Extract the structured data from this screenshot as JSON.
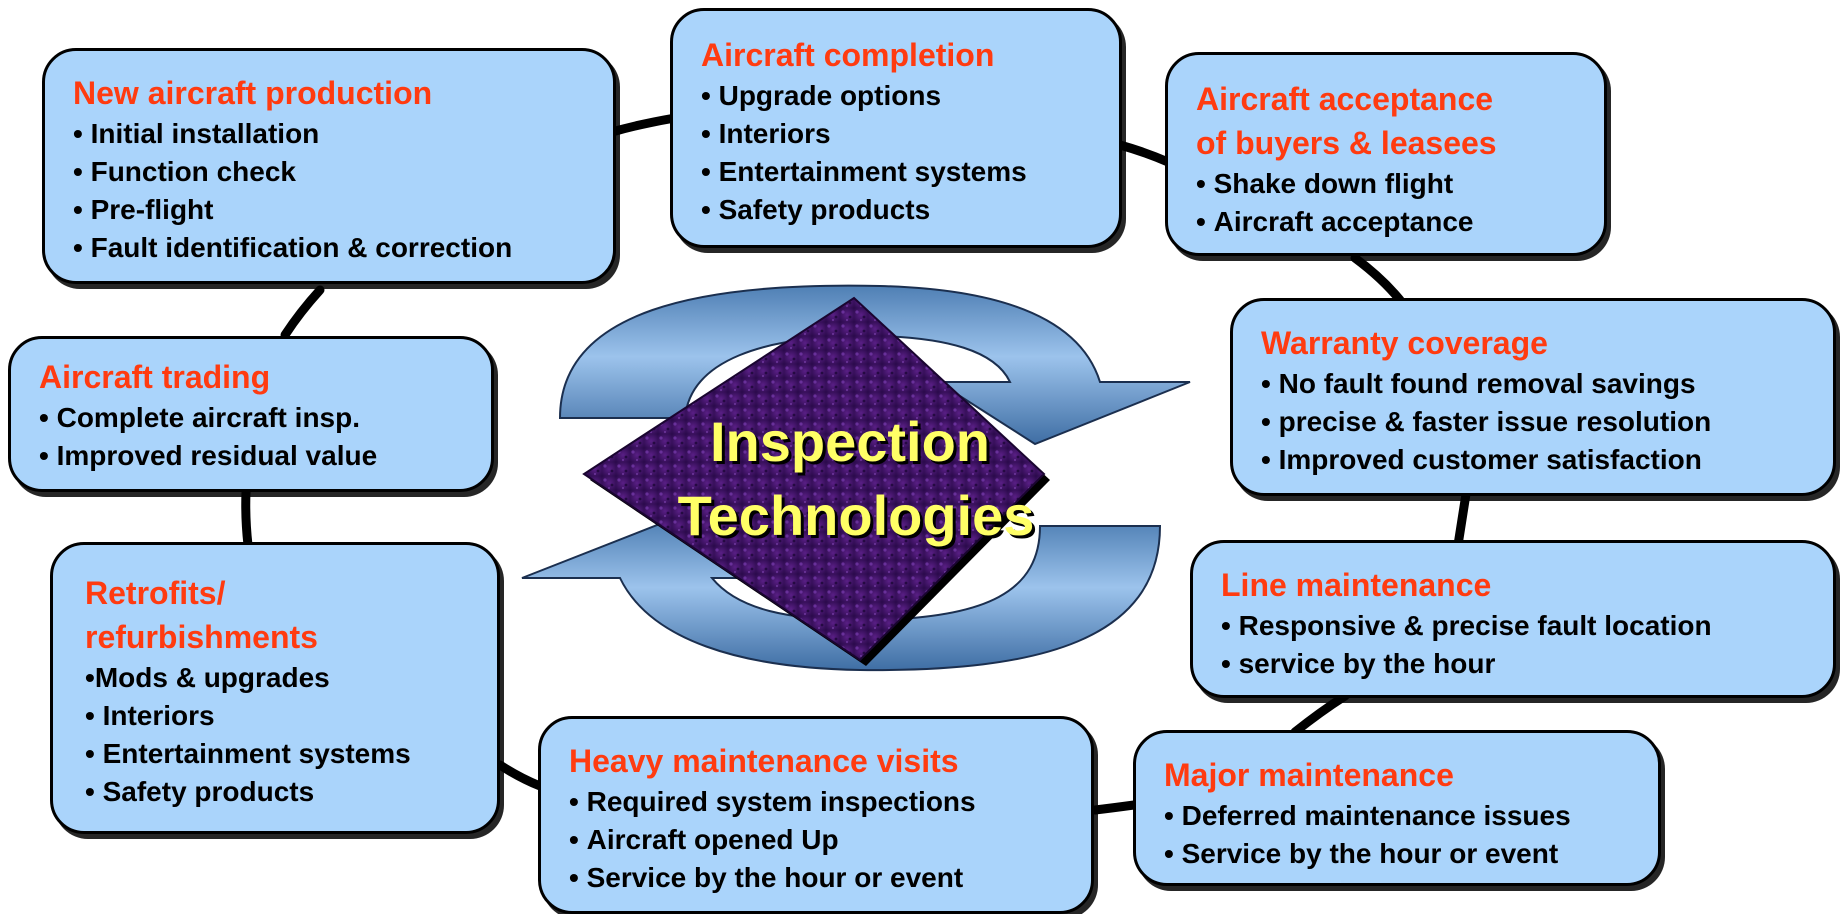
{
  "center": {
    "line1": "Inspection",
    "line2": "Technologies"
  },
  "boxes": {
    "new_production": {
      "title": "New aircraft production",
      "items": [
        "Initial installation",
        "Function check",
        "Pre-flight",
        "Fault identification & correction"
      ]
    },
    "completion": {
      "title": "Aircraft completion",
      "items": [
        "Upgrade options",
        "Interiors",
        "Entertainment systems",
        "Safety products"
      ]
    },
    "acceptance": {
      "title_line1": "Aircraft acceptance",
      "title_line2": "of buyers & leasees",
      "items": [
        "Shake down flight",
        "Aircraft acceptance"
      ]
    },
    "trading": {
      "title": "Aircraft trading",
      "items": [
        "Complete aircraft insp.",
        "Improved residual value"
      ]
    },
    "warranty": {
      "title": "Warranty coverage",
      "items": [
        "No fault found removal savings",
        "precise & faster issue resolution",
        "Improved customer satisfaction"
      ]
    },
    "retrofits": {
      "title_line1": "Retrofits/",
      "title_line2": "refurbishments",
      "items": [
        "Mods & upgrades",
        "Interiors",
        "Entertainment systems",
        "Safety products"
      ]
    },
    "line_maint": {
      "title": "Line maintenance",
      "items": [
        "Responsive & precise fault location",
        "service by the hour"
      ]
    },
    "heavy_maint": {
      "title": "Heavy maintenance visits",
      "items": [
        "Required system inspections",
        "Aircraft opened Up",
        "Service by the hour or event"
      ]
    },
    "major_maint": {
      "title": "Major maintenance",
      "items": [
        "Deferred maintenance issues",
        "Service by the hour or event"
      ]
    }
  }
}
